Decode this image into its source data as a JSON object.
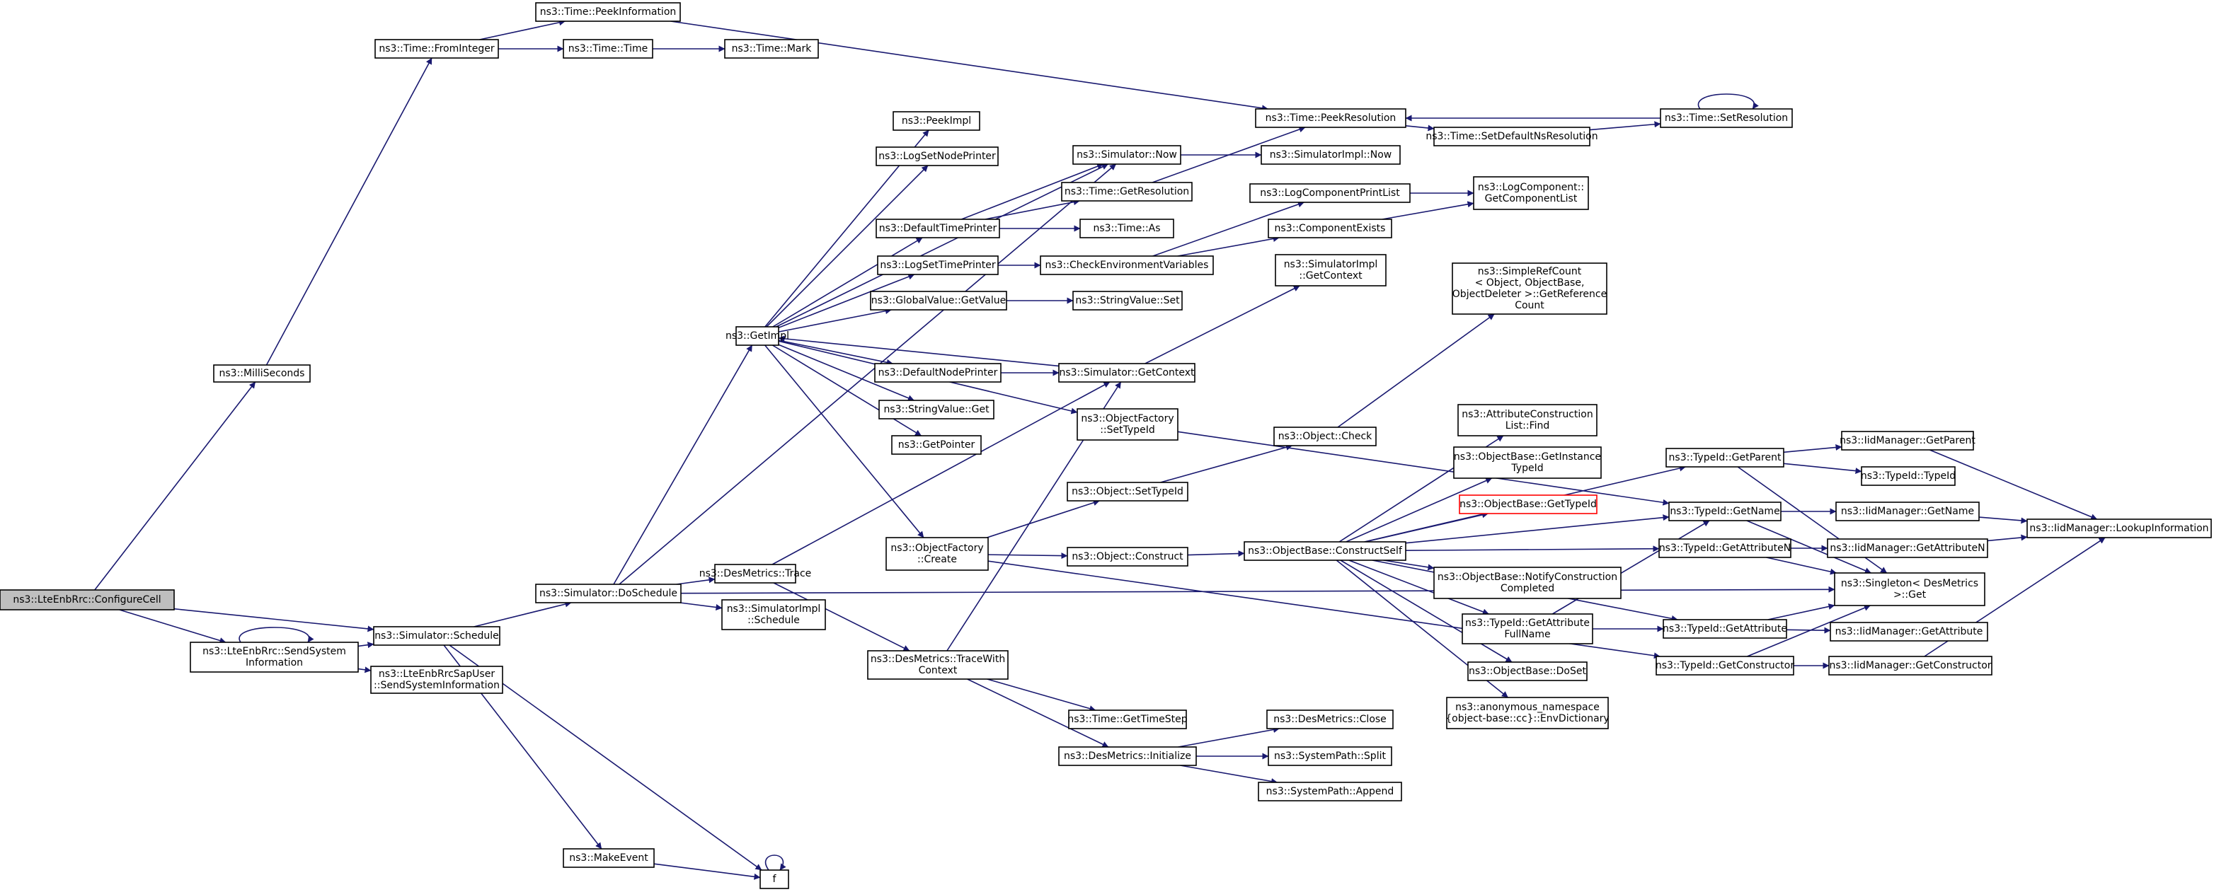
{
  "diagram": {
    "colors": {
      "edge": "#191970",
      "node_border": "#000000",
      "root_fill": "#bfbfbf",
      "highlight_border": "#ff0000",
      "background": "#ffffff"
    },
    "nodes": {
      "configurecell": [
        "ns3::LteEnbRrc::ConfigureCell"
      ],
      "sendsysinfo": [
        "ns3::LteEnbRrc::SendSystem",
        "Information"
      ],
      "sapuser": [
        "ns3::LteEnbRrcSapUser",
        "::SendSystemInformation"
      ],
      "millis": [
        "ns3::MilliSeconds"
      ],
      "fromint": [
        "ns3::Time::FromInteger"
      ],
      "peekinfo": [
        "ns3::Time::PeekInformation"
      ],
      "timetime": [
        "ns3::Time::Time"
      ],
      "timemark": [
        "ns3::Time::Mark"
      ],
      "schedule": [
        "ns3::Simulator::Schedule"
      ],
      "makeevent": [
        "ns3::MakeEvent"
      ],
      "f": [
        "f"
      ],
      "doschedule": [
        "ns3::Simulator::DoSchedule"
      ],
      "destrace": [
        "ns3::DesMetrics::Trace"
      ],
      "simimplsched": [
        "ns3::SimulatorImpl",
        "::Schedule"
      ],
      "getimpl": [
        "ns3::GetImpl"
      ],
      "peekimpl": [
        "ns3::PeekImpl"
      ],
      "logsetnode": [
        "ns3::LogSetNodePrinter"
      ],
      "deftimeprinter": [
        "ns3::DefaultTimePrinter"
      ],
      "logsettime": [
        "ns3::LogSetTimePrinter"
      ],
      "gvget": [
        "ns3::GlobalValue::GetValue"
      ],
      "defnodeprinter": [
        "ns3::DefaultNodePrinter"
      ],
      "stringget": [
        "ns3::StringValue::Get"
      ],
      "getpointer": [
        "ns3::GetPointer"
      ],
      "ofcreate": [
        "ns3::ObjectFactory",
        "::Create"
      ],
      "tracewith": [
        "ns3::DesMetrics::TraceWith",
        "Context"
      ],
      "simnow": [
        "ns3::Simulator::Now"
      ],
      "getres": [
        "ns3::Time::GetResolution"
      ],
      "timeas": [
        "ns3::Time::As"
      ],
      "checkenv": [
        "ns3::CheckEnvironmentVariables"
      ],
      "stringset": [
        "ns3::StringValue::Set"
      ],
      "simgetctx": [
        "ns3::Simulator::GetContext"
      ],
      "ofsettid": [
        "ns3::ObjectFactory",
        "::SetTypeId"
      ],
      "objsettid": [
        "ns3::Object::SetTypeId"
      ],
      "objconstruct": [
        "ns3::Object::Construct"
      ],
      "gettimestep": [
        "ns3::Time::GetTimeStep"
      ],
      "desinit": [
        "ns3::DesMetrics::Initialize"
      ],
      "peekres": [
        "ns3::Time::PeekResolution"
      ],
      "simimplnow": [
        "ns3::SimulatorImpl::Now"
      ],
      "setdefres": [
        "ns3::Time::SetDefaultNsResolution"
      ],
      "setres": [
        "ns3::Time::SetResolution"
      ],
      "logcompprint": [
        "ns3::LogComponentPrintList"
      ],
      "compexists": [
        "ns3::ComponentExists"
      ],
      "logcompget": [
        "ns3::LogComponent::",
        "GetComponentList"
      ],
      "simimplctx": [
        "ns3::SimulatorImpl",
        "::GetContext"
      ],
      "simplerefcount": [
        "ns3::SimpleRefCount",
        "< Object, ObjectBase,",
        "ObjectDeleter >::GetReference",
        "Count"
      ],
      "objcheck": [
        "ns3::Object::Check"
      ],
      "constructself": [
        "ns3::ObjectBase::ConstructSelf"
      ],
      "attrfind": [
        "ns3::AttributeConstruction",
        "List::Find"
      ],
      "getinsttid": [
        "ns3::ObjectBase::GetInstance",
        "TypeId"
      ],
      "objbasegettid": [
        "ns3::ObjectBase::GetTypeId"
      ],
      "notifyconstr": [
        "ns3::ObjectBase::NotifyConstruction",
        "Completed"
      ],
      "getattrfull": [
        "ns3::TypeId::GetAttribute",
        "FullName"
      ],
      "doset": [
        "ns3::ObjectBase::DoSet"
      ],
      "envdict": [
        "ns3::anonymous_namespace",
        "{object-base::cc}::EnvDictionary"
      ],
      "desclose": [
        "ns3::DesMetrics::Close"
      ],
      "syssplit": [
        "ns3::SystemPath::Split"
      ],
      "sysappend": [
        "ns3::SystemPath::Append"
      ],
      "tidgetparent": [
        "ns3::TypeId::GetParent"
      ],
      "tidgetname": [
        "ns3::TypeId::GetName"
      ],
      "tidgetattrn": [
        "ns3::TypeId::GetAttributeN"
      ],
      "tidgetattr": [
        "ns3::TypeId::GetAttribute"
      ],
      "tidgetctor": [
        "ns3::TypeId::GetConstructor"
      ],
      "iidgetparent": [
        "ns3::IidManager::GetParent"
      ],
      "tidtid": [
        "ns3::TypeId::TypeId"
      ],
      "iidgetname": [
        "ns3::IidManager::GetName"
      ],
      "iidgetattrn": [
        "ns3::IidManager::GetAttributeN"
      ],
      "singleton": [
        "ns3::Singleton< DesMetrics",
        ">::Get"
      ],
      "iidgetattr": [
        "ns3::IidManager::GetAttribute"
      ],
      "iidgetctor": [
        "ns3::IidManager::GetConstructor"
      ],
      "lookupinfo": [
        "ns3::IidManager::LookupInformation"
      ]
    },
    "edges": [
      [
        "configurecell",
        "millis"
      ],
      [
        "configurecell",
        "sendsysinfo"
      ],
      [
        "configurecell",
        "schedule"
      ],
      [
        "sendsysinfo",
        "sendsysinfo"
      ],
      [
        "sendsysinfo",
        "schedule"
      ],
      [
        "sendsysinfo",
        "sapuser"
      ],
      [
        "millis",
        "fromint"
      ],
      [
        "fromint",
        "peekinfo"
      ],
      [
        "fromint",
        "timetime"
      ],
      [
        "timetime",
        "timemark"
      ],
      [
        "peekinfo",
        "peekres"
      ],
      [
        "schedule",
        "doschedule"
      ],
      [
        "schedule",
        "makeevent"
      ],
      [
        "schedule",
        "f"
      ],
      [
        "makeevent",
        "f"
      ],
      [
        "f",
        "f"
      ],
      [
        "doschedule",
        "getimpl"
      ],
      [
        "doschedule",
        "destrace"
      ],
      [
        "doschedule",
        "simimplsched"
      ],
      [
        "doschedule",
        "simnow"
      ],
      [
        "doschedule",
        "singleton"
      ],
      [
        "destrace",
        "tracewith"
      ],
      [
        "destrace",
        "simgetctx"
      ],
      [
        "getimpl",
        "peekimpl"
      ],
      [
        "getimpl",
        "logsetnode"
      ],
      [
        "getimpl",
        "simnow"
      ],
      [
        "getimpl",
        "deftimeprinter"
      ],
      [
        "getimpl",
        "logsettime"
      ],
      [
        "getimpl",
        "gvget"
      ],
      [
        "getimpl",
        "defnodeprinter"
      ],
      [
        "getimpl",
        "stringget"
      ],
      [
        "getimpl",
        "getpointer"
      ],
      [
        "getimpl",
        "ofcreate"
      ],
      [
        "getimpl",
        "ofsettid"
      ],
      [
        "deftimeprinter",
        "simnow"
      ],
      [
        "deftimeprinter",
        "getres"
      ],
      [
        "deftimeprinter",
        "timeas"
      ],
      [
        "logsettime",
        "checkenv"
      ],
      [
        "gvget",
        "stringset"
      ],
      [
        "defnodeprinter",
        "simgetctx"
      ],
      [
        "ofcreate",
        "objsettid"
      ],
      [
        "ofcreate",
        "objconstruct"
      ],
      [
        "ofcreate",
        "tidgetctor"
      ],
      [
        "tracewith",
        "simgetctx"
      ],
      [
        "tracewith",
        "gettimestep"
      ],
      [
        "tracewith",
        "desinit"
      ],
      [
        "simnow",
        "simimplnow"
      ],
      [
        "getres",
        "peekres"
      ],
      [
        "checkenv",
        "logcompprint"
      ],
      [
        "checkenv",
        "compexists"
      ],
      [
        "simgetctx",
        "getimpl"
      ],
      [
        "simgetctx",
        "simimplctx"
      ],
      [
        "ofsettid",
        "tidgetname"
      ],
      [
        "objsettid",
        "objcheck"
      ],
      [
        "objconstruct",
        "constructself"
      ],
      [
        "desinit",
        "desclose"
      ],
      [
        "desinit",
        "syssplit"
      ],
      [
        "desinit",
        "sysappend"
      ],
      [
        "peekres",
        "setdefres"
      ],
      [
        "setdefres",
        "setres"
      ],
      [
        "setres",
        "peekres"
      ],
      [
        "setres",
        "setres"
      ],
      [
        "logcompprint",
        "logcompget"
      ],
      [
        "compexists",
        "logcompget"
      ],
      [
        "objcheck",
        "simplerefcount"
      ],
      [
        "constructself",
        "tidgetparent"
      ],
      [
        "constructself",
        "tidgetname"
      ],
      [
        "constructself",
        "attrfind"
      ],
      [
        "constructself",
        "getinsttid"
      ],
      [
        "constructself",
        "objbasegettid"
      ],
      [
        "constructself",
        "tidgetattrn"
      ],
      [
        "constructself",
        "notifyconstr"
      ],
      [
        "constructself",
        "getattrfull"
      ],
      [
        "constructself",
        "doset"
      ],
      [
        "constructself",
        "envdict"
      ],
      [
        "constructself",
        "tidgetattr"
      ],
      [
        "getattrfull",
        "tidgetname"
      ],
      [
        "getattrfull",
        "tidgetattr"
      ],
      [
        "tidgetparent",
        "iidgetparent"
      ],
      [
        "tidgetparent",
        "tidtid"
      ],
      [
        "tidgetparent",
        "singleton"
      ],
      [
        "tidgetname",
        "iidgetname"
      ],
      [
        "tidgetname",
        "singleton"
      ],
      [
        "tidgetattrn",
        "iidgetattrn"
      ],
      [
        "tidgetattrn",
        "singleton"
      ],
      [
        "tidgetattr",
        "iidgetattr"
      ],
      [
        "tidgetattr",
        "singleton"
      ],
      [
        "tidgetctor",
        "iidgetctor"
      ],
      [
        "tidgetctor",
        "singleton"
      ],
      [
        "iidgetparent",
        "lookupinfo"
      ],
      [
        "iidgetname",
        "lookupinfo"
      ],
      [
        "iidgetattrn",
        "lookupinfo"
      ],
      [
        "iidgetctor",
        "lookupinfo"
      ]
    ]
  }
}
